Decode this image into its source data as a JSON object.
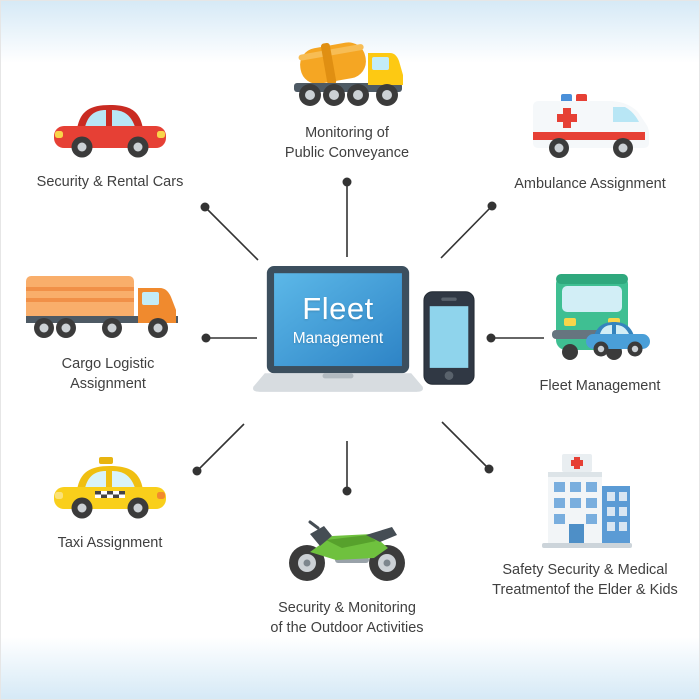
{
  "diagram": {
    "title": "Fleet Management solutions diagram",
    "center": {
      "icon": "laptop-and-smartphone-icon",
      "screen_title_line1": "Fleet",
      "screen_title_line2": "Management"
    },
    "nodes": [
      {
        "id": "security-rental-cars",
        "icon": "red-car-icon",
        "label": "Security & Rental Cars"
      },
      {
        "id": "monitoring-public-conveyance",
        "icon": "cement-mixer-truck-icon",
        "label": "Monitoring of\nPublic Conveyance"
      },
      {
        "id": "ambulance-assignment",
        "icon": "ambulance-icon",
        "label": "Ambulance Assignment"
      },
      {
        "id": "cargo-logistic-assignment",
        "icon": "cargo-truck-icon",
        "label": "Cargo Logistic\nAssignment"
      },
      {
        "id": "fleet-management",
        "icon": "bus-and-car-icon",
        "label": "Fleet Management"
      },
      {
        "id": "taxi-assignment",
        "icon": "taxi-icon",
        "label": "Taxi Assignment"
      },
      {
        "id": "security-monitoring-outdoor",
        "icon": "motorcycle-icon",
        "label": "Security & Monitoring\nof the Outdoor Activities"
      },
      {
        "id": "safety-medical-treatment",
        "icon": "hospital-icon",
        "label": "Safety Security & Medical\nTreatmentof the Elder & Kids"
      }
    ],
    "colors": {
      "background_tint": "#d5e9f6",
      "connector": "#333333",
      "label_text": "#404040",
      "laptop_screen_blue": "#3d9bd4"
    }
  }
}
